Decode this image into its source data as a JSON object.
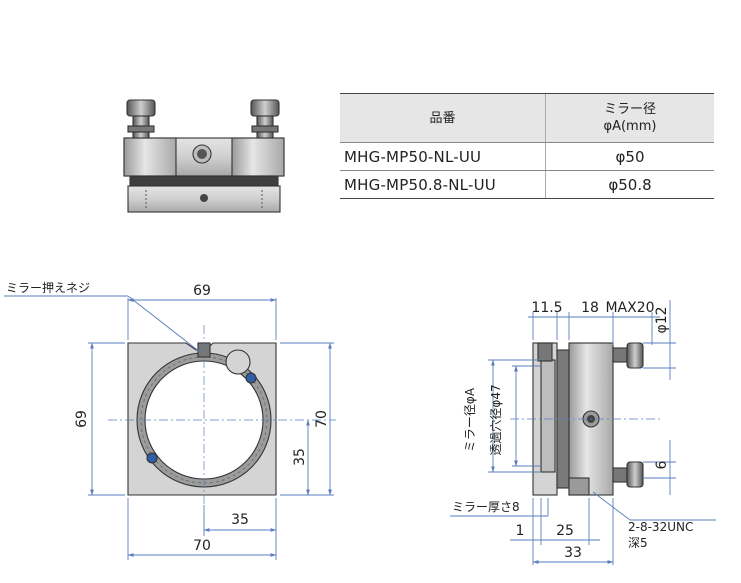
{
  "spec_table": {
    "header_part": "品番",
    "header_mirror_line1": "ミラー径",
    "header_mirror_line2": "φA(mm)",
    "rows": [
      {
        "model": "MHG-MP50-NL-UU",
        "diameter": "φ50"
      },
      {
        "model": "MHG-MP50.8-NL-UU",
        "diameter": "φ50.8"
      }
    ]
  },
  "front_view": {
    "dim_width_top": "69",
    "dim_height_left": "69",
    "dim_height_right": "70",
    "dim_center_height": "35",
    "dim_center_width": "35",
    "dim_width_bottom": "70",
    "label_screw": "ミラー押えネジ"
  },
  "side_view": {
    "dim_11_5": "11.5",
    "dim_18": "18",
    "dim_max20": "MAX20",
    "dim_phi12": "φ12",
    "label_mirror_dia": "ミラー径φA",
    "label_aperture": "透過穴径φ47",
    "dim_6": "6",
    "label_mirror_thickness": "ミラー厚さ8",
    "dim_1": "1",
    "dim_25": "25",
    "dim_33": "33",
    "label_thread": "2-8-32UNC",
    "label_depth": "深5"
  },
  "colors": {
    "dimension_line": "#5a7dc0",
    "part_fill_light": "#d6d6d6",
    "part_fill_dark": "#8e8e8e",
    "table_header_bg": "#e6e6e6"
  }
}
